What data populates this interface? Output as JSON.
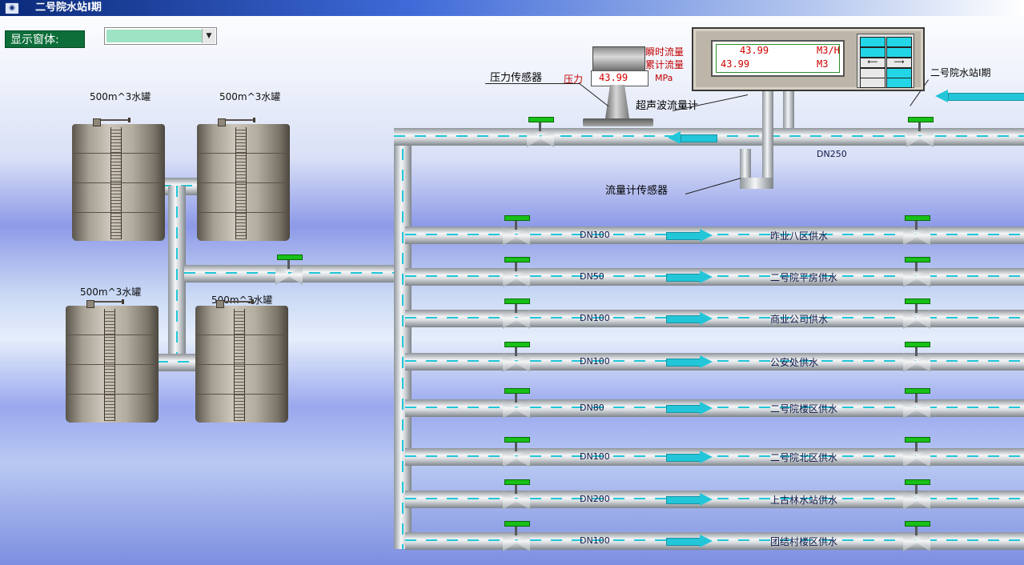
{
  "window": {
    "title": "二号院水站I期"
  },
  "display_selector": {
    "label": "显示窗体:",
    "value": ""
  },
  "tanks": [
    {
      "label": "500m^3水罐"
    },
    {
      "label": "500m^3水罐"
    },
    {
      "label": "500m^3水罐"
    },
    {
      "label": "500m^3水罐"
    }
  ],
  "flow_meter": {
    "instant_value": "43.99",
    "instant_unit": "M3/H",
    "total_value": "43.99",
    "total_unit": "M3",
    "caption": "超声波流量计",
    "instant_label": "瞬时流量",
    "total_label": "累计流量"
  },
  "pressure_sensor": {
    "label": "压力",
    "value": "43.99",
    "unit": "MPa",
    "caption": "压力传感器"
  },
  "flowmeter_sensor": {
    "caption": "流量计传感器"
  },
  "main_pipe": {
    "size": "DN250",
    "inlet_label": "二号院水站I期"
  },
  "branches": [
    {
      "size": "DN100",
      "name": "昨业八区供水"
    },
    {
      "size": "DN50",
      "name": "二号院平房供水"
    },
    {
      "size": "DN100",
      "name": "商业公司供水"
    },
    {
      "size": "DN100",
      "name": "公安处供水"
    },
    {
      "size": "DN80",
      "name": "二号院楼区供水"
    },
    {
      "size": "DN100",
      "name": "二号院北区供水"
    },
    {
      "size": "DN200",
      "name": "上古林水站供水"
    },
    {
      "size": "DN100",
      "name": "团结村楼区供水"
    }
  ],
  "colors": {
    "valve_handle": "#18c018",
    "flow_arrow": "#22c6d8",
    "display_red": "#d00000"
  }
}
